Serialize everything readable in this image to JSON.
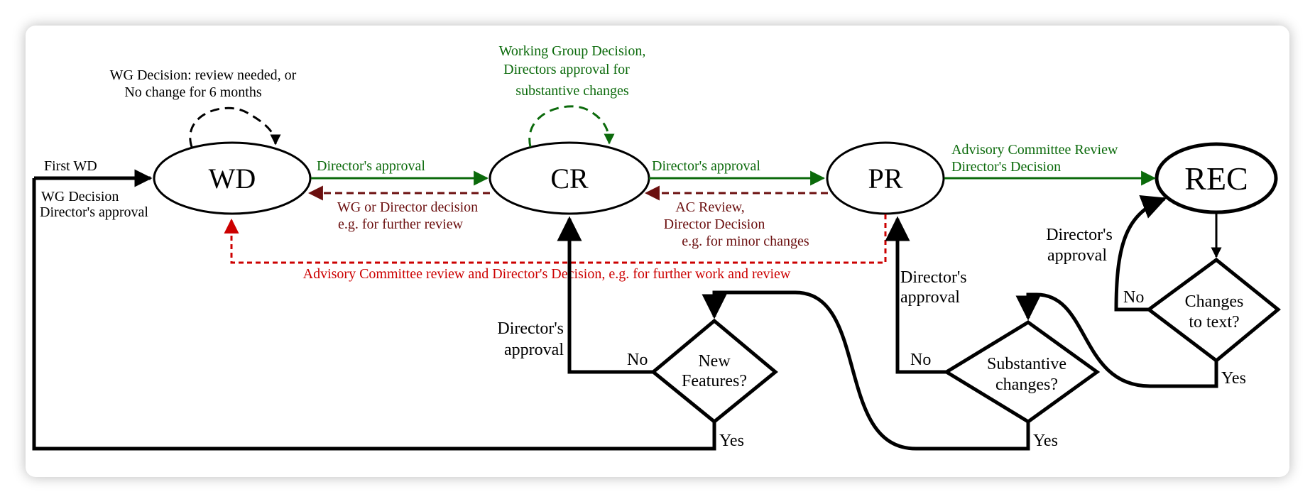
{
  "colors": {
    "black": "#000000",
    "green": "#0b6a0b",
    "darkred": "#6b0f0f",
    "red": "#cc0000"
  },
  "states": {
    "wd": "WD",
    "cr": "CR",
    "pr": "PR",
    "rec": "REC"
  },
  "decisions": {
    "new_features": [
      "New",
      "Features?"
    ],
    "substantive": [
      "Substantive",
      "changes?"
    ],
    "changes_text": [
      "Changes",
      "to text?"
    ]
  },
  "labels": {
    "wd_loop": [
      "WG Decision: review needed, or",
      "No change for 6 months"
    ],
    "cr_loop": [
      "Working Group Decision,",
      "Directors approval for",
      "substantive changes"
    ],
    "first_wd": "First WD",
    "wg_dir_approval": [
      "WG Decision",
      "Director's approval"
    ],
    "wd_cr": "Director's approval",
    "cr_wd": [
      "WG or Director decision",
      "e.g. for further review"
    ],
    "cr_pr": "Director's approval",
    "pr_cr": [
      "AC Review,",
      "Director Decision",
      "e.g. for minor changes"
    ],
    "pr_rec": [
      "Advisory Committee Review",
      "Director's Decision"
    ],
    "pr_wd": "Advisory Committee review and Director's Decision, e.g. for further work and review",
    "nf_no_approval": [
      "Director's",
      "approval"
    ],
    "sub_no_approval": [
      "Director's",
      "approval"
    ],
    "rec_approval": [
      "Director's",
      "approval"
    ],
    "no": "No",
    "yes": "Yes"
  }
}
